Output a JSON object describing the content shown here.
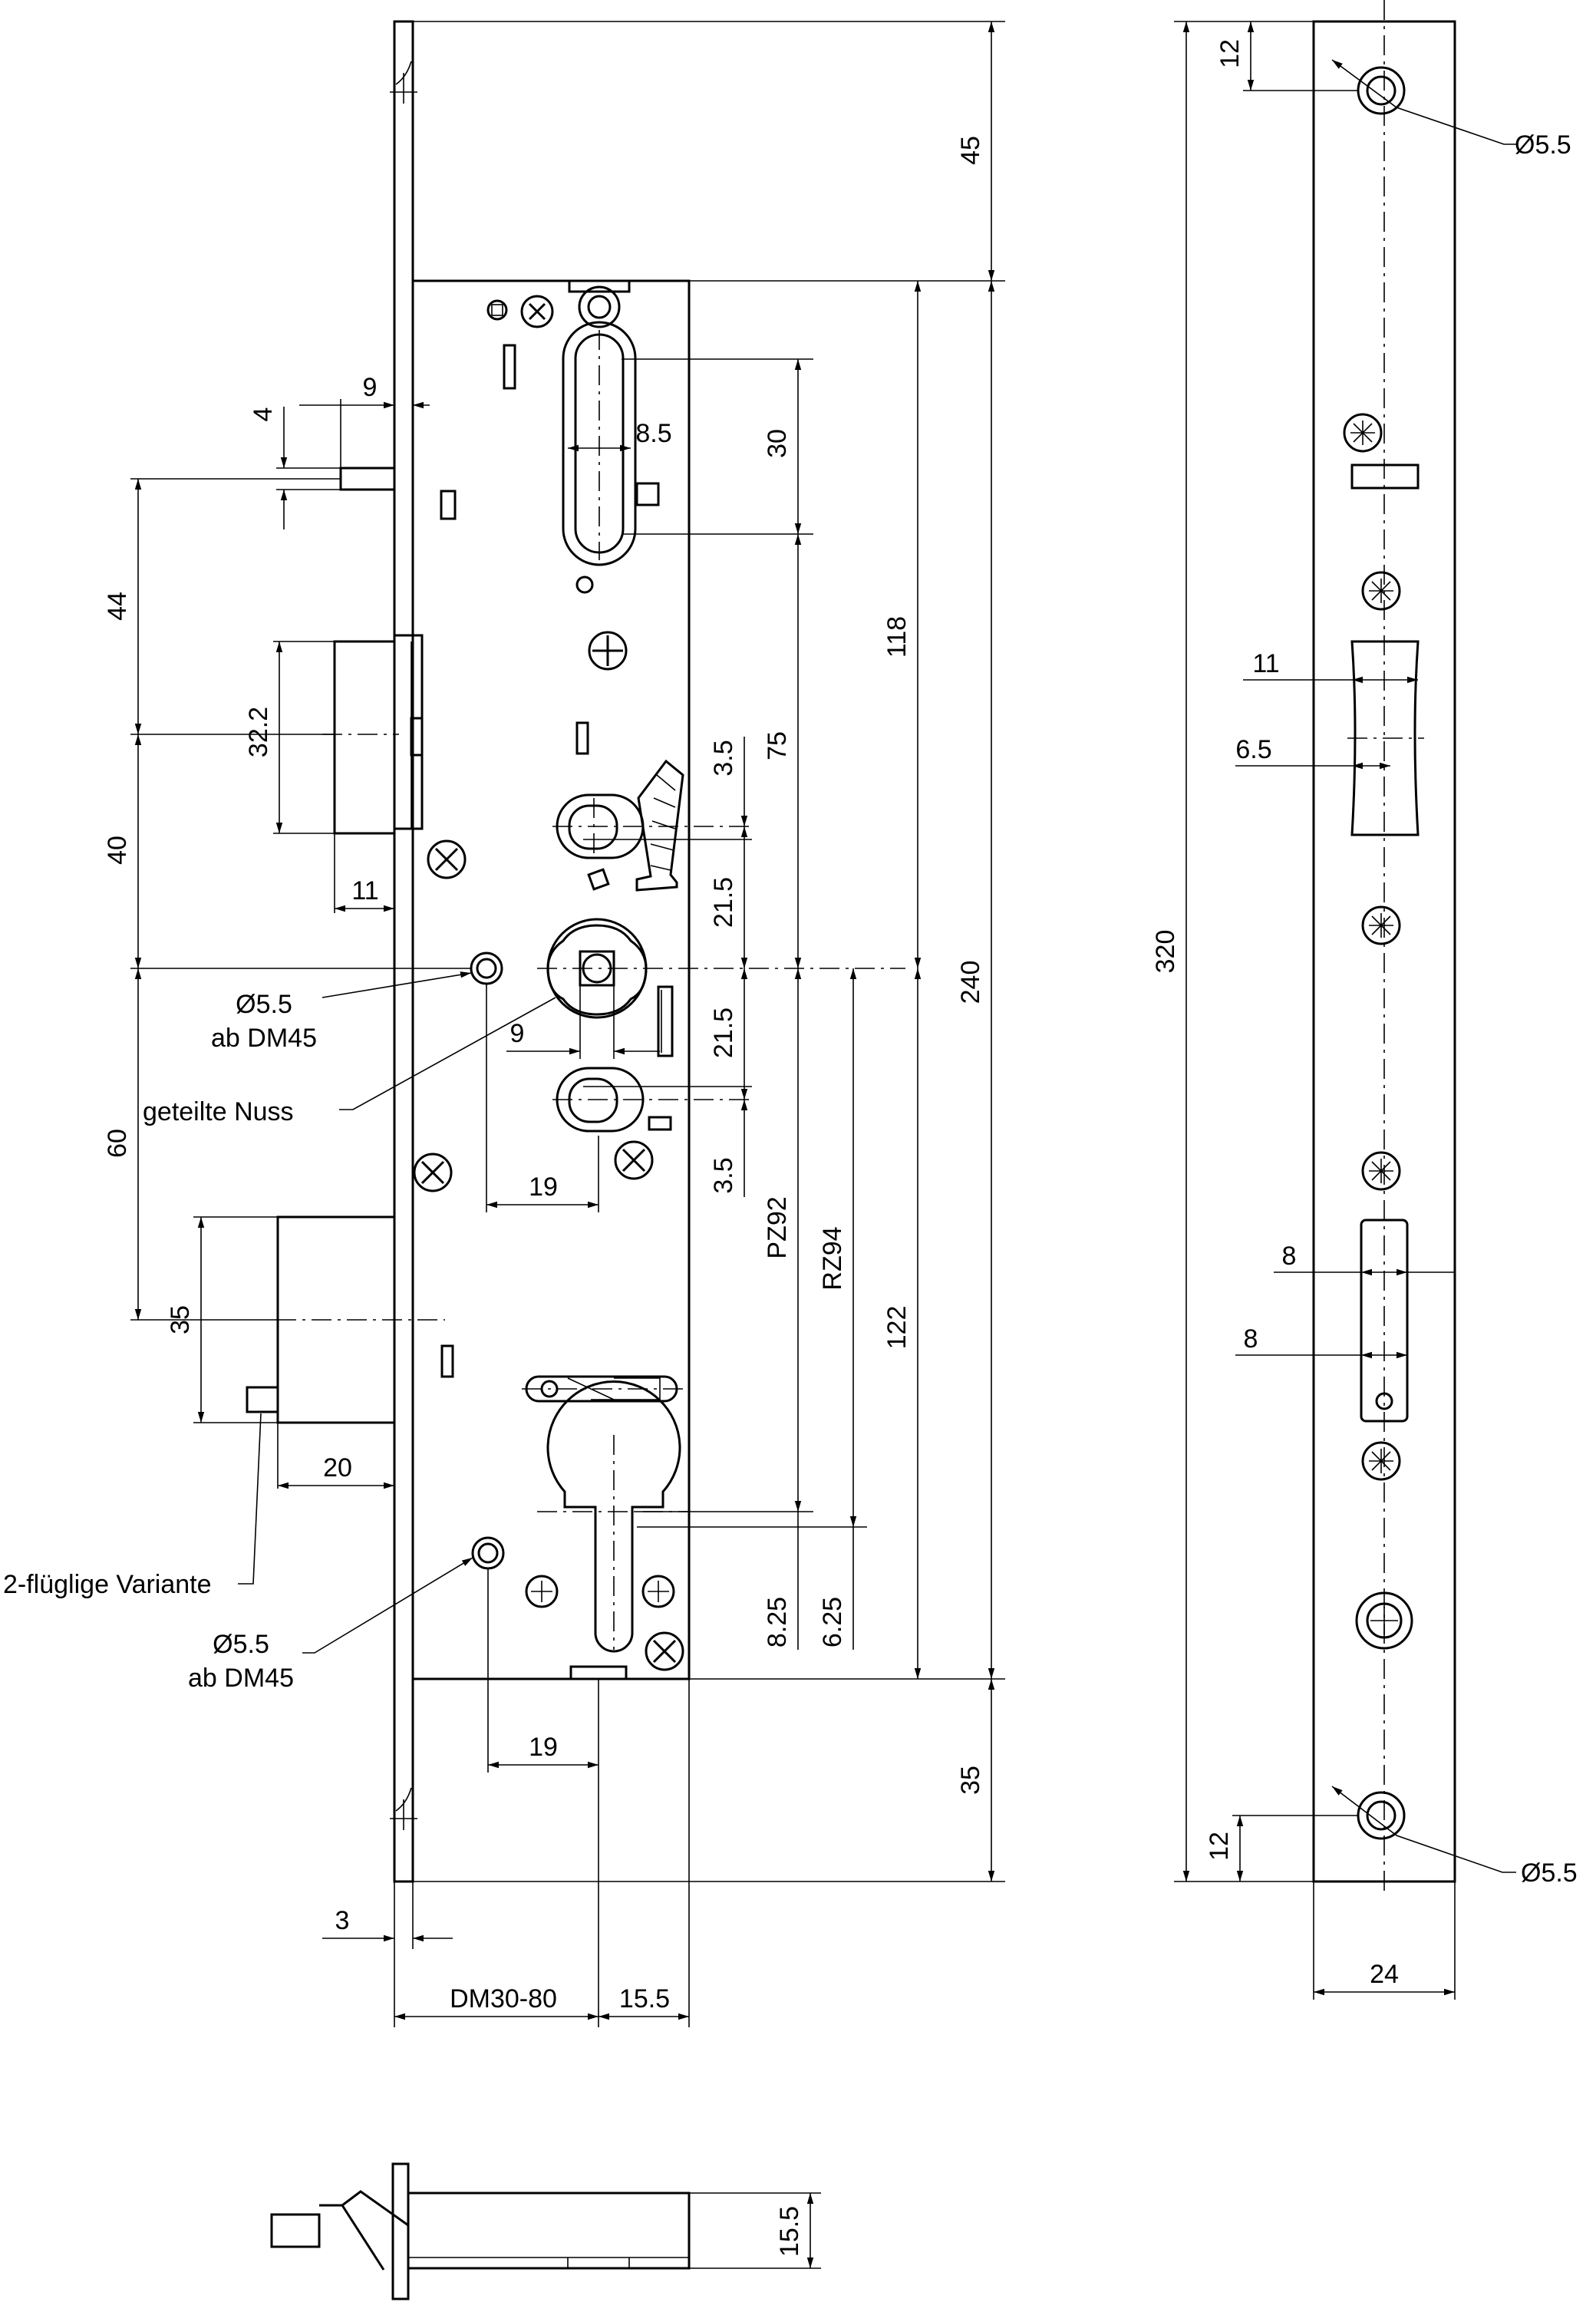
{
  "dimensions": {
    "d45": "45",
    "d118": "118",
    "d240": "240",
    "d35_bottom": "35",
    "d9_top": "9",
    "d4": "4",
    "d8_5": "8.5",
    "d30": "30",
    "d44": "44",
    "d32_2": "32.2",
    "d40": "40",
    "d11_left": "11",
    "d3_5_top": "3.5",
    "d75": "75",
    "d21_5_top": "21.5",
    "d21_5_bot": "21.5",
    "d9_nuss": "9",
    "d3_5_bot": "3.5",
    "d19_top": "19",
    "d60": "60",
    "d35_left": "35",
    "d20": "20",
    "pz92": "PZ92",
    "rz94": "RZ94",
    "d122": "122",
    "d8_25": "8.25",
    "d6_25": "6.25",
    "d19_bot": "19",
    "d3": "3",
    "dm30_80": "DM30-80",
    "d15_5": "15.5",
    "d15_5_side": "15.5",
    "d320": "320",
    "d12_top": "12",
    "d12_bot": "12",
    "d24": "24",
    "d11_right": "11",
    "d6_5": "6.5",
    "d8_a": "8",
    "d8_b": "8"
  },
  "annotations": {
    "hole_top_right": "Ø5.5",
    "hole_bottom_right": "Ø5.5",
    "hole_upper_line1": "Ø5.5",
    "hole_upper_line2": "ab DM45",
    "hole_lower_line1": "Ø5.5",
    "hole_lower_line2": "ab DM45",
    "split_hub": "geteilte Nuss",
    "two_leaf": "2-flüglige Variante"
  }
}
